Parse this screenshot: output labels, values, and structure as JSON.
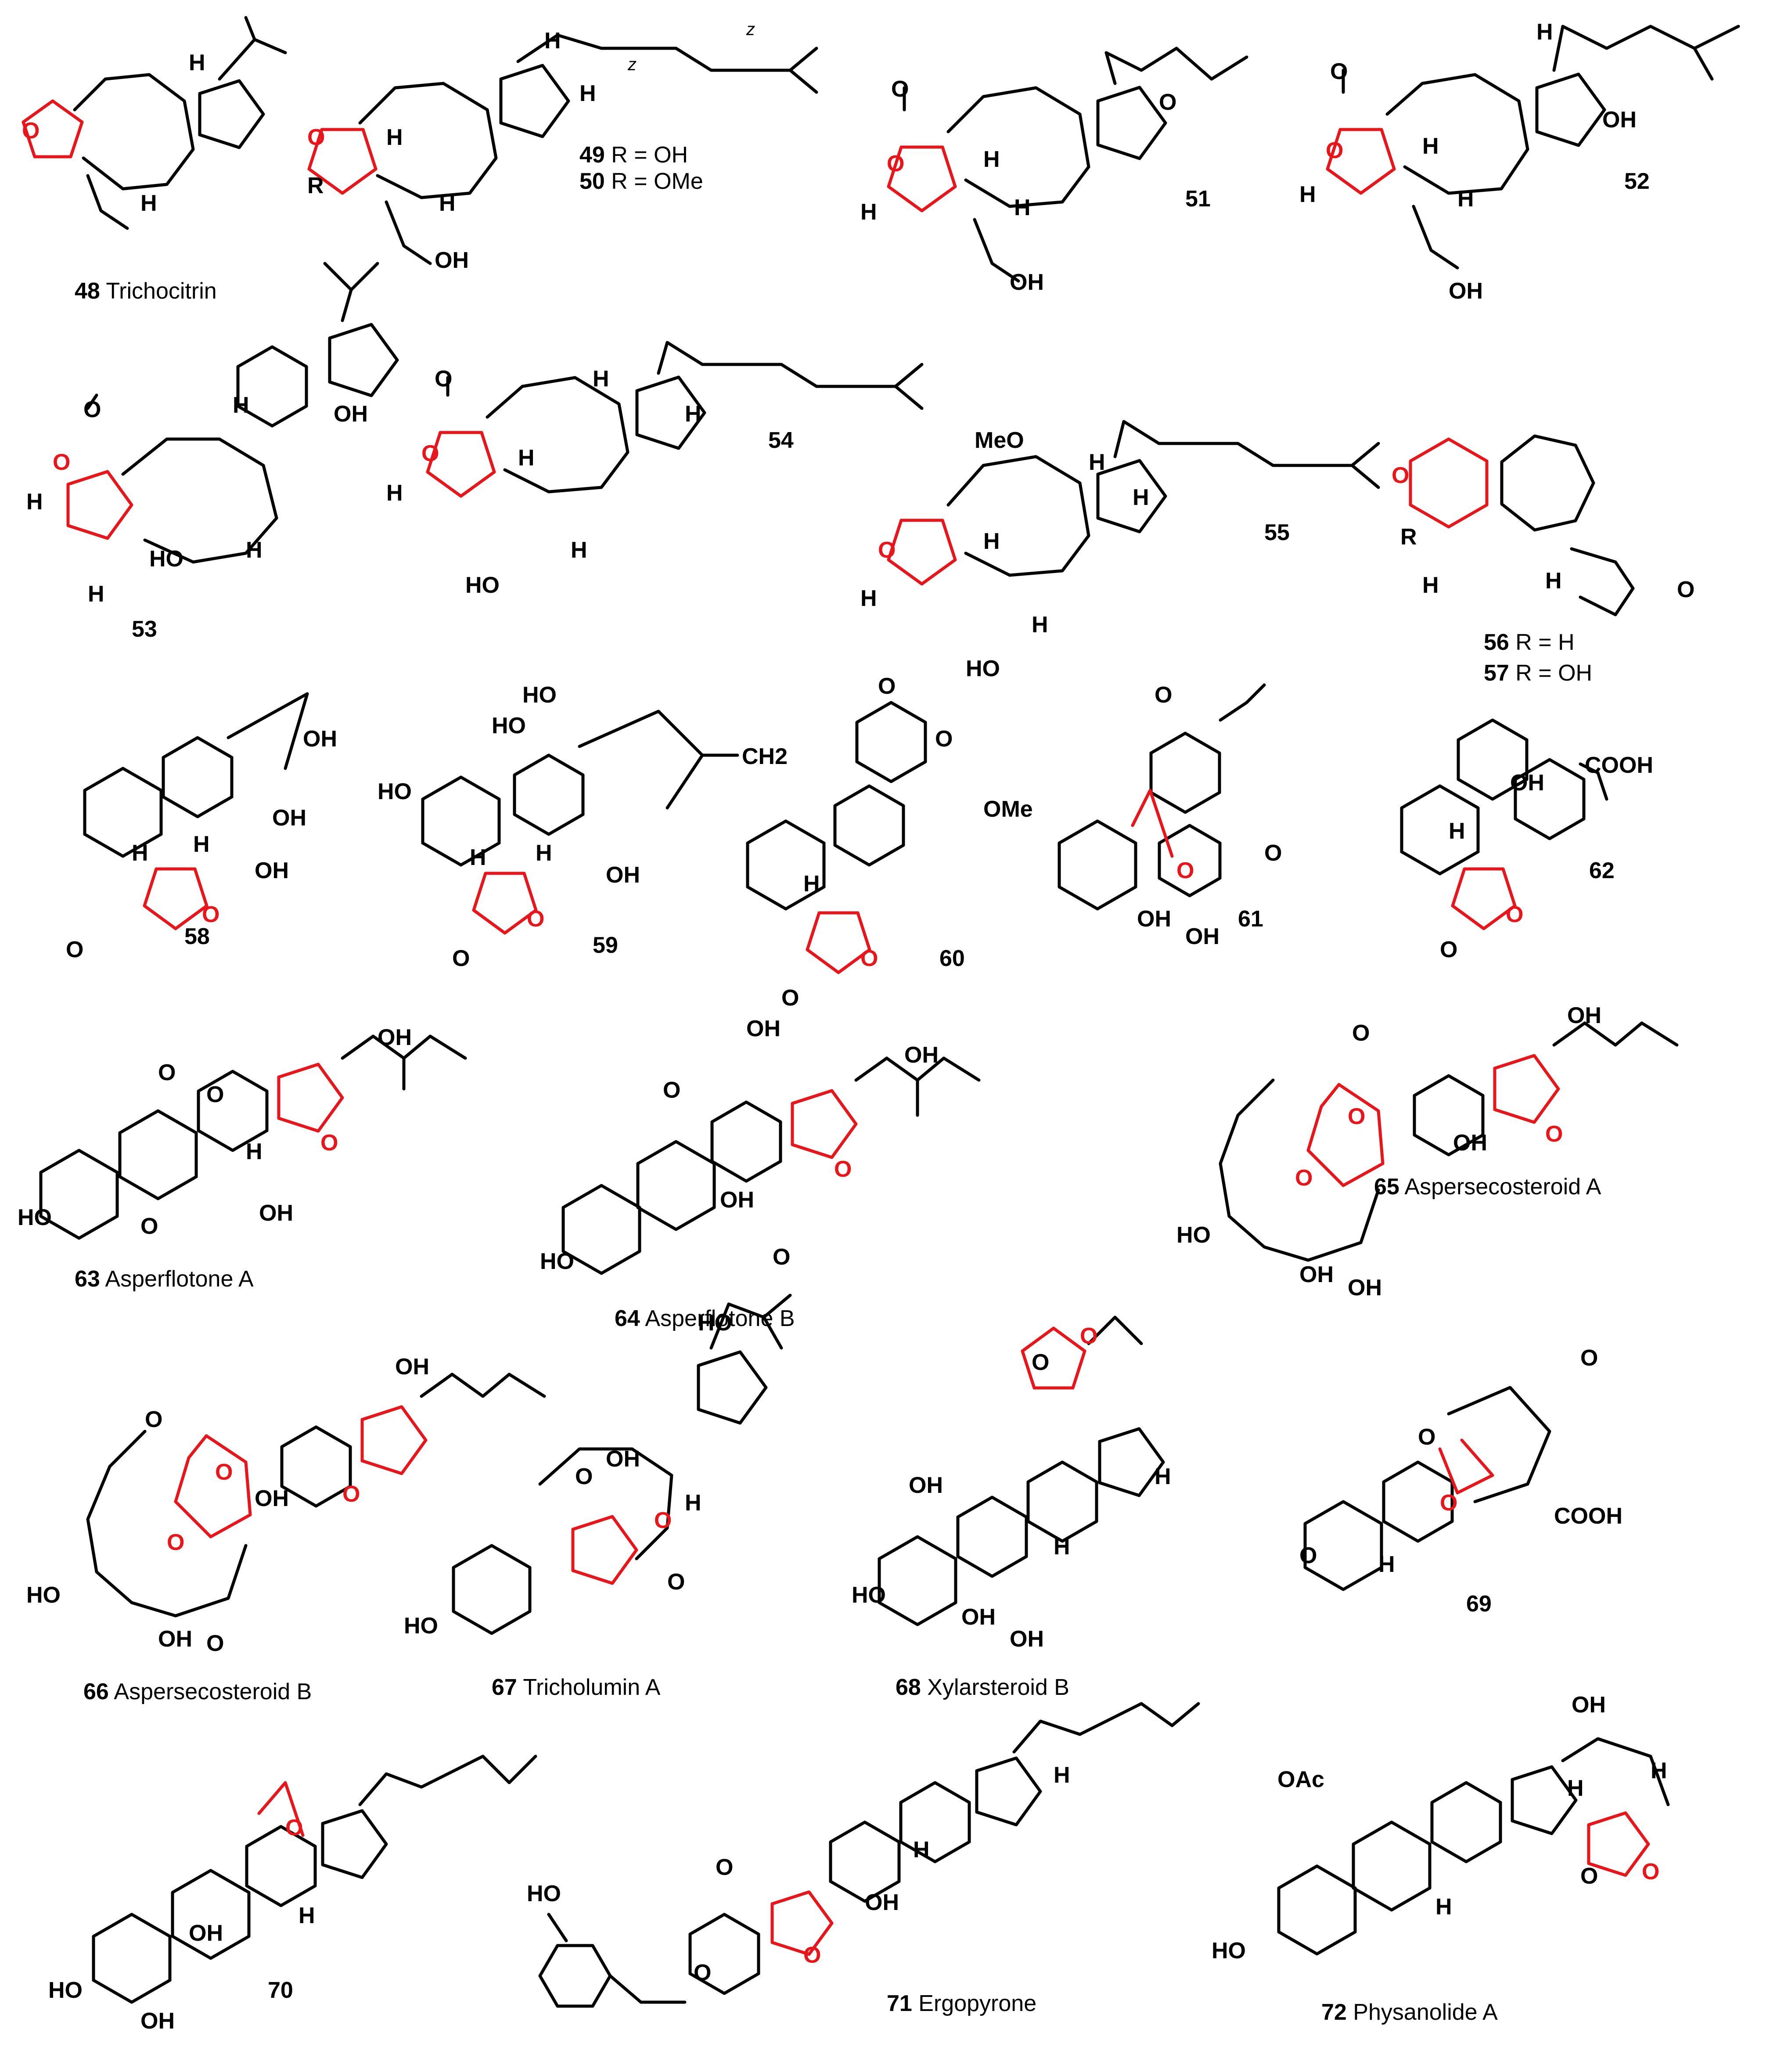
{
  "labels": {
    "OH": "OH",
    "HO": "HO",
    "H": "H",
    "O": "O",
    "R": "R",
    "OMe": "OMe",
    "MeO": "MeO",
    "OAc": "OAc",
    "COOH": "COOH",
    "CH2": "CH2",
    "z": "z"
  },
  "compounds": [
    {
      "id": "c48",
      "number": "48",
      "name": "Trichocitrin"
    },
    {
      "id": "c49",
      "number": "49",
      "name": "R = OH"
    },
    {
      "id": "c50",
      "number": "50",
      "name": "R = OMe"
    },
    {
      "id": "c51",
      "number": "51",
      "name": ""
    },
    {
      "id": "c52",
      "number": "52",
      "name": ""
    },
    {
      "id": "c53",
      "number": "53",
      "name": ""
    },
    {
      "id": "c54",
      "number": "54",
      "name": ""
    },
    {
      "id": "c55",
      "number": "55",
      "name": ""
    },
    {
      "id": "c56",
      "number": "56",
      "name": "R = H"
    },
    {
      "id": "c57",
      "number": "57",
      "name": "R = OH"
    },
    {
      "id": "c58",
      "number": "58",
      "name": ""
    },
    {
      "id": "c59",
      "number": "59",
      "name": ""
    },
    {
      "id": "c60",
      "number": "60",
      "name": ""
    },
    {
      "id": "c61",
      "number": "61",
      "name": ""
    },
    {
      "id": "c62",
      "number": "62",
      "name": ""
    },
    {
      "id": "c63",
      "number": "63",
      "name": "Asperflotone A"
    },
    {
      "id": "c64",
      "number": "64",
      "name": "Asperflotone B"
    },
    {
      "id": "c65",
      "number": "65",
      "name": "Aspersecosteroid A"
    },
    {
      "id": "c66",
      "number": "66",
      "name": "Aspersecosteroid B"
    },
    {
      "id": "c67",
      "number": "67",
      "name": "Tricholumin A"
    },
    {
      "id": "c68",
      "number": "68",
      "name": "Xylarsteroid B"
    },
    {
      "id": "c69",
      "number": "69",
      "name": ""
    },
    {
      "id": "c70",
      "number": "70",
      "name": ""
    },
    {
      "id": "c71",
      "number": "71",
      "name": "Ergopyrone"
    },
    {
      "id": "c72",
      "number": "72",
      "name": "Physanolide A"
    }
  ],
  "colors": {
    "highlight": "#e8161b",
    "ink": "#000000",
    "background": "#ffffff"
  }
}
